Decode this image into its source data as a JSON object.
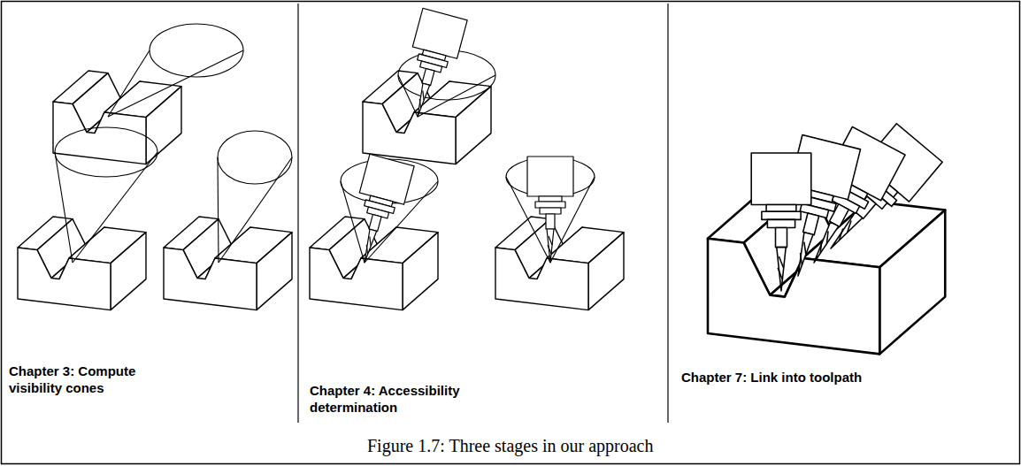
{
  "diagram": {
    "caption": "Figure 1.7: Three stages in our approach",
    "labels": [
      "Chapter 3: Compute visibility cones",
      "Chapter 4: Accessibility determination",
      "Chapter 7: Link into toolpath"
    ]
  }
}
